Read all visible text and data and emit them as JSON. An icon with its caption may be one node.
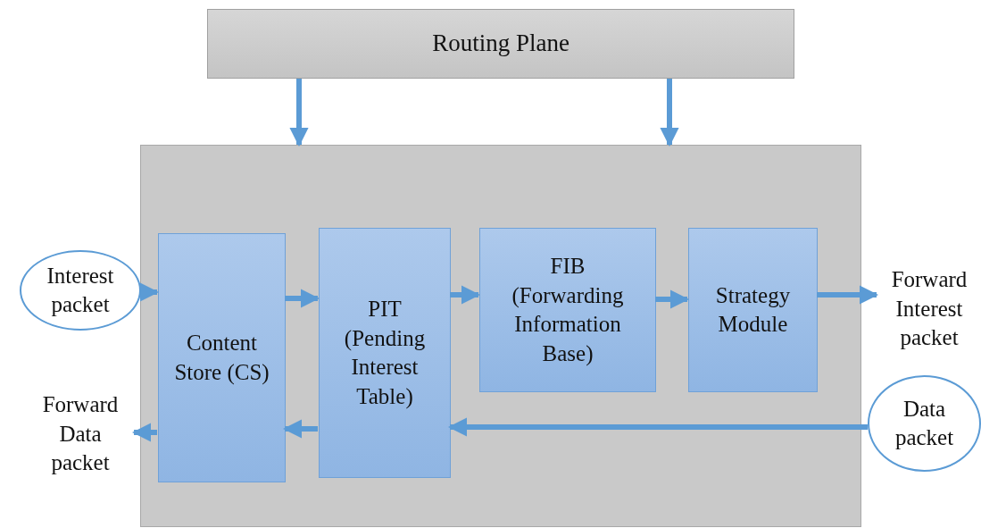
{
  "diagram": {
    "nodes": [
      {
        "text": [
          "Routing Plane"
        ]
      },
      {
        "text": [],
        "shape": "box"
      },
      {
        "text": [
          "Content Store (CS)"
        ],
        "in": 1
      },
      {
        "text": [
          "PIT (Pending Interest Table)"
        ],
        "in": 1
      },
      {
        "text": [
          "FIB (Forwarding Information Base)"
        ],
        "in": 1
      },
      {
        "text": [
          "Strategy Module"
        ],
        "in": 1
      },
      {
        "text": [
          "Interest packet"
        ]
      },
      {
        "text": [
          "Forward Interest packet"
        ]
      },
      {
        "text": [
          "Data packet"
        ]
      },
      {
        "text": [
          "Forward Data packet"
        ]
      }
    ],
    "edges": [
      {
        "from": 0,
        "to": 1,
        "arrow": "to"
      },
      {
        "from": 0,
        "to": 1,
        "arrow": "to"
      },
      {
        "from": 6,
        "to": 2,
        "arrow": "to"
      },
      {
        "from": 2,
        "to": 3,
        "arrow": "to"
      },
      {
        "from": 3,
        "to": 4,
        "arrow": "to"
      },
      {
        "from": 4,
        "to": 5,
        "arrow": "to"
      },
      {
        "from": 5,
        "to": 7,
        "arrow": "to"
      },
      {
        "from": 8,
        "to": 3,
        "arrow": "to"
      },
      {
        "from": 3,
        "to": 2,
        "arrow": "to"
      },
      {
        "from": 2,
        "to": 9,
        "arrow": "to"
      }
    ]
  }
}
